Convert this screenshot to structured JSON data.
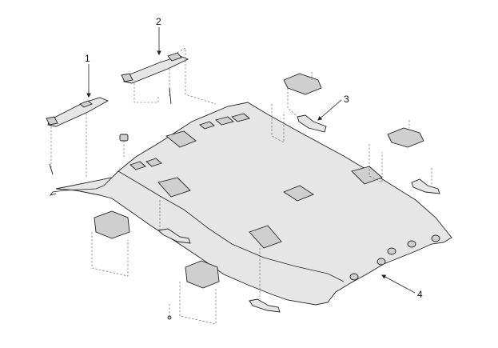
{
  "callouts": {
    "c1": "1",
    "c2": "2",
    "c3": "3",
    "c4": "4"
  },
  "parts": {
    "sun_visor_left": "sun-visor",
    "sun_visor_right": "sun-visor",
    "assist_handle": "assist-handle",
    "headlining": "roof-headlining"
  },
  "colors": {
    "line": "#222222",
    "fill": "#e6e6e6",
    "background": "#ffffff"
  }
}
